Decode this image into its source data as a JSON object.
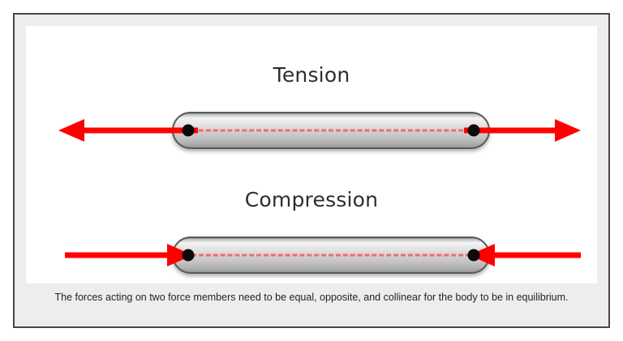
{
  "figure": {
    "titles": {
      "tension": "Tension",
      "compression": "Compression"
    },
    "caption": "The forces acting on two force members need to be equal, opposite, and collinear for the body to be in equilibrium.",
    "colors": {
      "force_arrow": "#FF0000",
      "center_line": "#F26D6D",
      "pin": "#0A0A0A",
      "member_border": "#5A5A5A",
      "frame_border": "#474747",
      "frame_background": "#EDEDED",
      "canvas_background": "#FFFFFF",
      "title_text": "#2E2E2E",
      "caption_text": "#232323"
    },
    "diagrams": [
      {
        "name": "tension",
        "label": "Tension",
        "member_shape": "capsule",
        "pins": 2,
        "forces": [
          {
            "side": "left",
            "direction": "outward",
            "points": "left",
            "arrowhead_at": "outer-end"
          },
          {
            "side": "right",
            "direction": "outward",
            "points": "right",
            "arrowhead_at": "outer-end"
          }
        ],
        "description": "Two equal and opposite forces pulling away from each other along the member axis."
      },
      {
        "name": "compression",
        "label": "Compression",
        "member_shape": "capsule",
        "pins": 2,
        "forces": [
          {
            "side": "left",
            "direction": "inward",
            "points": "right",
            "arrowhead_at": "pin"
          },
          {
            "side": "right",
            "direction": "inward",
            "points": "left",
            "arrowhead_at": "pin"
          }
        ],
        "description": "Two equal and opposite forces pushing toward each other along the member axis."
      }
    ]
  }
}
